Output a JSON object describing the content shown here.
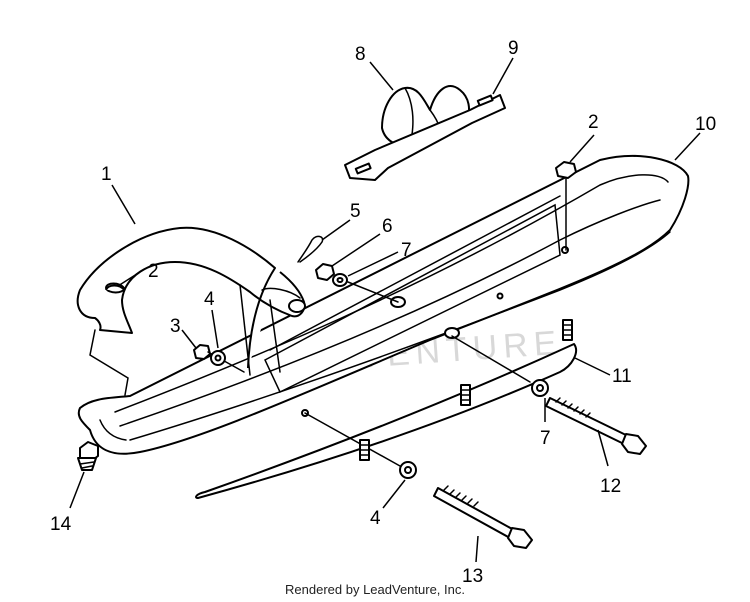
{
  "footer_text": "Rendered by LeadVenture, Inc.",
  "watermark_text": "ADVENTURE",
  "callouts": {
    "c1": "1",
    "c2a": "2",
    "c2b": "2",
    "c3": "3",
    "c4a": "4",
    "c4b": "4",
    "c5": "5",
    "c6": "6",
    "c7a": "7",
    "c7b": "7",
    "c8": "8",
    "c9": "9",
    "c10": "10",
    "c11": "11",
    "c12": "12",
    "c13": "13",
    "c14": "14"
  }
}
